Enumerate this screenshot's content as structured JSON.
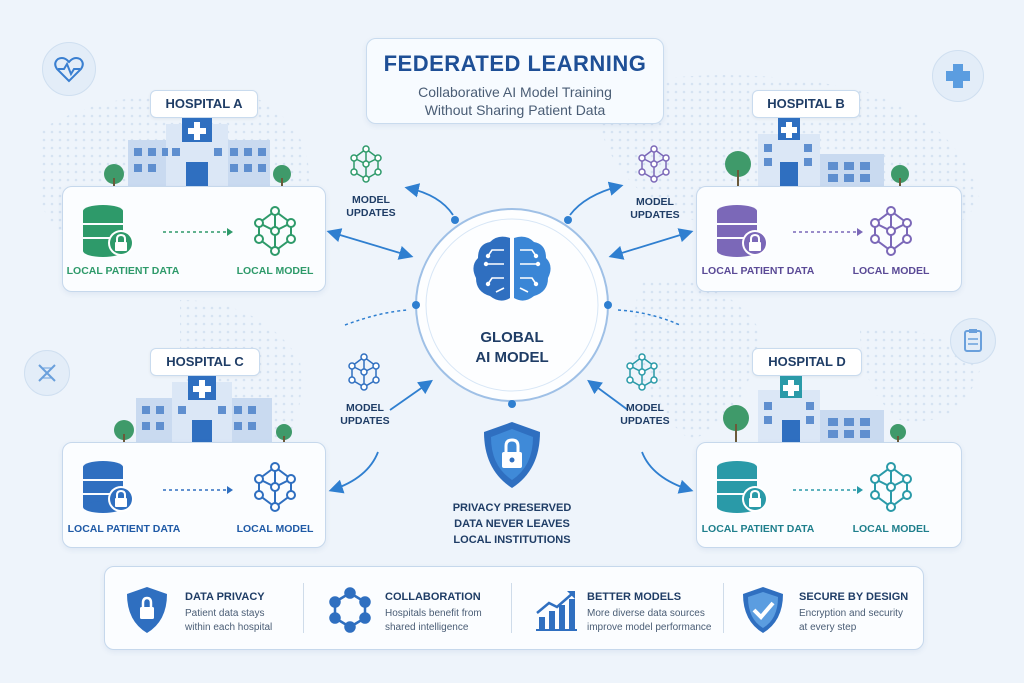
{
  "title": {
    "main": "FEDERATED LEARNING",
    "sub_line1": "Collaborative AI Model Training",
    "sub_line2": "Without Sharing Patient Data"
  },
  "hospitals": [
    {
      "name": "HOSPITAL A",
      "data_label": "LOCAL PATIENT DATA",
      "model_label": "LOCAL MODEL",
      "color": "#2e9a6a"
    },
    {
      "name": "HOSPITAL B",
      "data_label": "LOCAL PATIENT DATA",
      "model_label": "LOCAL MODEL",
      "color": "#7b68b8"
    },
    {
      "name": "HOSPITAL C",
      "data_label": "LOCAL PATIENT DATA",
      "model_label": "LOCAL MODEL",
      "color": "#2f6fc0"
    },
    {
      "name": "HOSPITAL D",
      "data_label": "LOCAL PATIENT DATA",
      "model_label": "LOCAL MODEL",
      "color": "#2a9aa8"
    }
  ],
  "updates": {
    "line1": "MODEL",
    "line2": "UPDATES"
  },
  "global_model": {
    "line1": "GLOBAL",
    "line2": "AI MODEL"
  },
  "privacy": {
    "line1": "PRIVACY PRESERVED",
    "line2": "DATA NEVER LEAVES",
    "line3": "LOCAL INSTITUTIONS"
  },
  "features": [
    {
      "title": "DATA PRIVACY",
      "desc1": "Patient data stays",
      "desc2": "within each hospital",
      "icon": "shield-lock-icon"
    },
    {
      "title": "COLLABORATION",
      "desc1": "Hospitals benefit from",
      "desc2": "shared intelligence",
      "icon": "network-icon"
    },
    {
      "title": "BETTER MODELS",
      "desc1": "More diverse data sources",
      "desc2": "improve model performance",
      "icon": "growth-chart-icon"
    },
    {
      "title": "SECURE BY DESIGN",
      "desc1": "Encryption and security",
      "desc2": "at every step",
      "icon": "shield-check-icon"
    }
  ],
  "colors": {
    "primary": "#1e4f96",
    "accent": "#2f7fd0",
    "text_dark": "#1f3d66"
  }
}
